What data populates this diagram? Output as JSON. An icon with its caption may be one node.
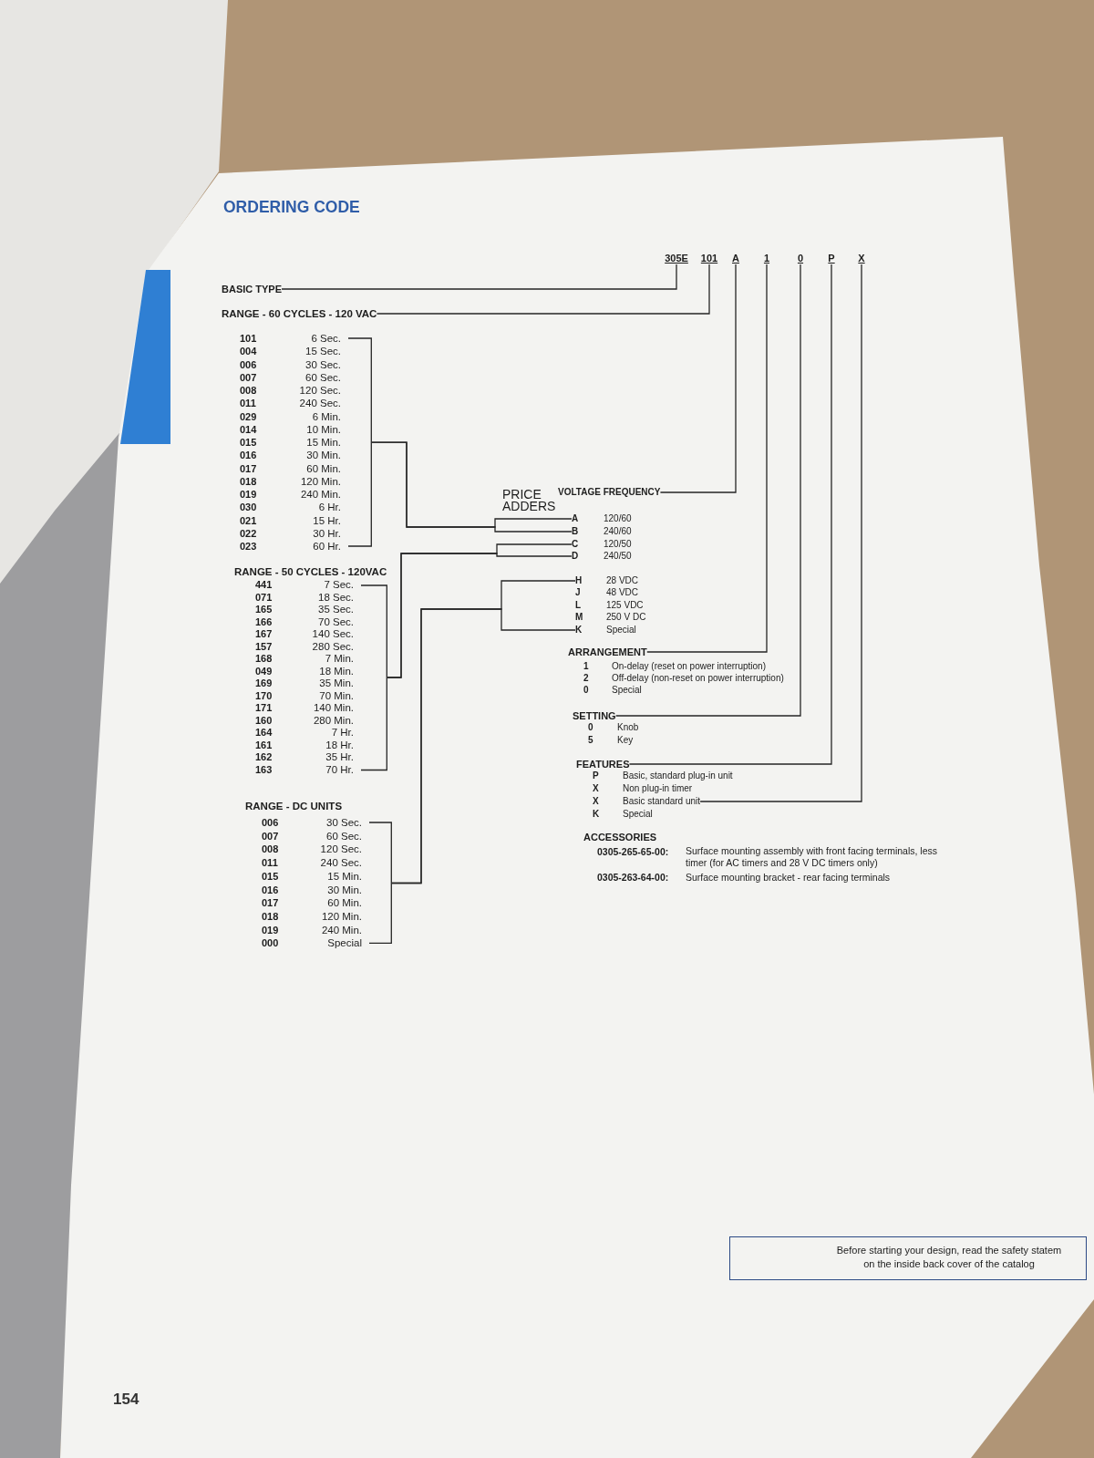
{
  "diagram": {
    "title": "ORDERING CODE",
    "nodes": [
      {
        "text": [
          "305E"
        ]
      },
      {
        "text": [
          "101"
        ]
      },
      {
        "text": [
          "A"
        ]
      },
      {
        "text": [
          "1"
        ]
      },
      {
        "text": [
          "0"
        ]
      },
      {
        "text": [
          "P"
        ]
      },
      {
        "text": [
          "X"
        ]
      },
      {
        "text": [
          "BASIC TYPE"
        ]
      },
      {
        "text": [
          "RANGE - 60 CYCLES - 120 VAC"
        ]
      },
      {
        "text": [
          "101",
          "6 Sec.",
          "004",
          "15 Sec.",
          "006",
          "30 Sec.",
          "007",
          "60 Sec.",
          "008",
          "120 Sec.",
          "011",
          "240 Sec.",
          "029",
          "6 Min.",
          "014",
          "10 Min.",
          "015",
          "15 Min.",
          "016",
          "30 Min.",
          "017",
          "60 Min.",
          "018",
          "120 Min.",
          "019",
          "240 Min.",
          "030",
          "6 Hr.",
          "021",
          "15 Hr.",
          "022",
          "30 Hr.",
          "023",
          "60 Hr."
        ]
      },
      {
        "text": [
          "VOLTAGE FREQUENCY"
        ]
      },
      {
        "text": [
          "A",
          "120/60"
        ]
      },
      {
        "text": [
          "B",
          "240/60"
        ]
      },
      {
        "text": [
          "C",
          "120/50"
        ]
      },
      {
        "text": [
          "D",
          "240/50"
        ]
      },
      {
        "text": [
          "441",
          "7 Sec.",
          "071",
          "18 Sec.",
          "165",
          "35 Sec.",
          "166",
          "70 Sec.",
          "167",
          "140 Sec.",
          "157",
          "280 Sec.",
          "168",
          "7 Min.",
          "049",
          "18 Min.",
          "169",
          "35 Min.",
          "170",
          "70 Min.",
          "171",
          "140 Min.",
          "160",
          "280 Min.",
          "164",
          "7 Hr.",
          "161",
          "18 Hr.",
          "162",
          "35 Hr.",
          "163",
          "70 Hr."
        ]
      },
      {
        "text": [
          "H",
          "28 VDC"
        ]
      },
      {
        "text": [
          "K",
          "Special"
        ]
      },
      {
        "text": [
          "ARRANGEMENT"
        ]
      },
      {
        "text": [
          "SETTING"
        ]
      },
      {
        "text": [
          "FEATURES"
        ]
      },
      {
        "text": [
          "X",
          "Basic standard unit"
        ]
      },
      {
        "text": [
          "006",
          "30 Sec.",
          "007",
          "60 Sec.",
          "008",
          "120 Sec.",
          "011",
          "240 Sec.",
          "015",
          "15 Min.",
          "016",
          "30 Min.",
          "017",
          "60 Min.",
          "018",
          "120 Min.",
          "019",
          "240 Min.",
          "000",
          "Special"
        ]
      },
      {
        "text": [
          "Before starting your design, read the safety statem on the inside back cover of the catalog"
        ]
      }
    ],
    "edges": [
      {
        "from": 7,
        "to": 0,
        "arrow": "none"
      },
      {
        "from": 8,
        "to": 1,
        "arrow": "none"
      },
      {
        "from": 10,
        "to": 2,
        "arrow": "none"
      },
      {
        "from": 18,
        "to": 3,
        "arrow": "none"
      },
      {
        "from": 19,
        "to": 4,
        "arrow": "none"
      },
      {
        "from": 20,
        "to": 5,
        "arrow": "none"
      },
      {
        "from": 6,
        "to": 21,
        "arrow": "none"
      },
      {
        "from": 9,
        "to": 11,
        "arrow": "none"
      },
      {
        "from": 9,
        "to": 12,
        "arrow": "none"
      },
      {
        "from": 15,
        "to": 13,
        "arrow": "none"
      },
      {
        "from": 15,
        "to": 14,
        "arrow": "none"
      },
      {
        "from": 22,
        "to": 16,
        "arrow": "none"
      },
      {
        "from": 22,
        "to": 17,
        "arrow": "none"
      }
    ],
    "labels": [
      "PRICE ADDERS",
      "RANGE - 50 CYCLES - 120VAC",
      "J",
      "48 VDC",
      "L",
      "125 VDC",
      "M",
      "250 V DC",
      "1",
      "On-delay (reset on power interruption)",
      "2",
      "Off-delay (non-reset on power interruption)",
      "0",
      "Special",
      "0",
      "Knob",
      "5",
      "Key",
      "P",
      "Basic, standard plug-in unit",
      "X",
      "Non plug-in timer",
      "K",
      "Special",
      "RANGE - DC UNITS",
      "ACCESSORIES",
      "0305-265-65-00:",
      "Surface mounting assembly with front facing terminals, less timer (for AC timers and 28 V DC timers only)",
      "0305-263-64-00:",
      "Surface mounting bracket - rear facing terminals",
      "154"
    ]
  }
}
